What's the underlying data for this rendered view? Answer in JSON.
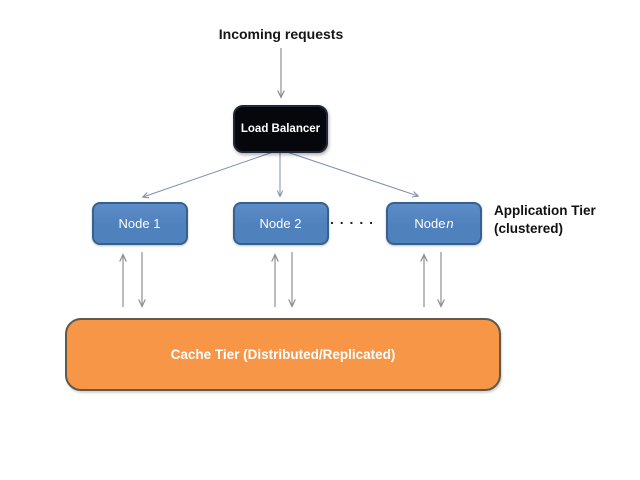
{
  "diagram": {
    "incoming_label": "Incoming requests",
    "load_balancer": {
      "label": "Load Balancer"
    },
    "nodes": [
      {
        "text": "Node 1",
        "italic": ""
      },
      {
        "text": "Node 2",
        "italic": ""
      },
      {
        "text": "Node ",
        "italic": "n"
      }
    ],
    "ellipsis": ". . . . .",
    "app_tier_label": {
      "line1": "Application Tier",
      "line2": "(clustered)"
    },
    "cache_tier": {
      "label": "Cache Tier (Distributed/Replicated)"
    },
    "colors": {
      "node_fill": "#4F81BD",
      "node_border": "#36618F",
      "lb_fill": "#06070C",
      "lb_border": "#20293A",
      "cache_fill": "#F79646",
      "cache_border": "#5E5B4E",
      "arrow": "#8F8F8F",
      "fan": "#7E91AC"
    }
  }
}
